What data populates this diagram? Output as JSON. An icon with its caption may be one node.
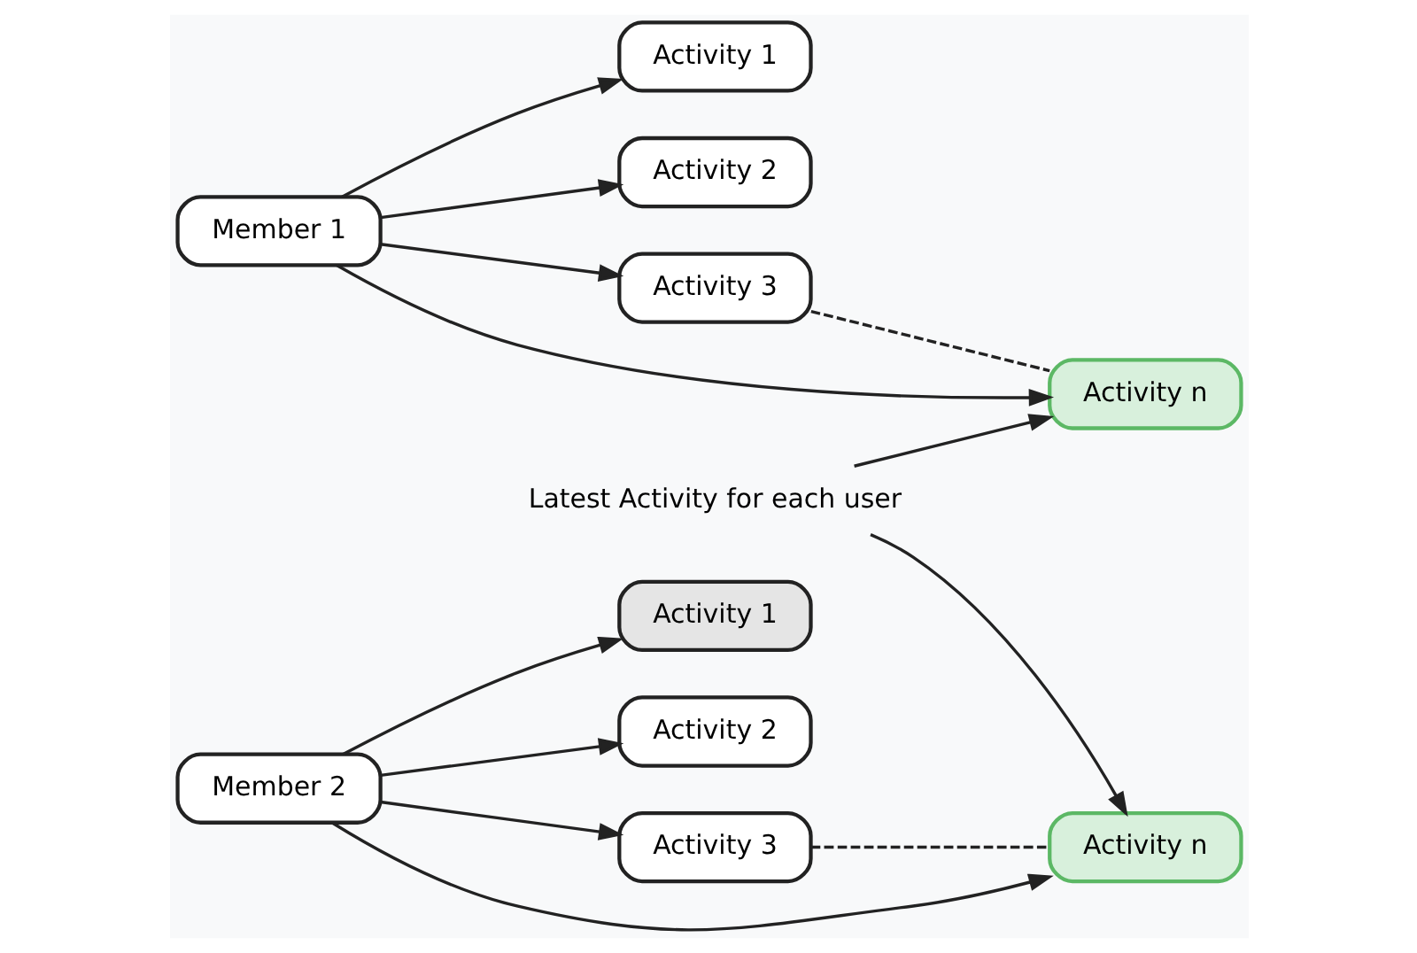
{
  "diagram": {
    "nodes": [
      {
        "text": [
          "Member 1"
        ]
      },
      {
        "text": [
          "Activity 1"
        ]
      },
      {
        "text": [
          "Activity 2"
        ]
      },
      {
        "text": [
          "Activity 3"
        ]
      },
      {
        "text": [
          "Activity n"
        ]
      },
      {
        "text": [
          "Member 2"
        ]
      },
      {
        "text": [
          "Activity 1"
        ]
      },
      {
        "text": [
          "Activity 2"
        ]
      },
      {
        "text": [
          "Activity 3"
        ]
      },
      {
        "text": [
          "Activity n"
        ]
      },
      {
        "text": [
          "Latest Activity for each user"
        ]
      }
    ],
    "edges": [
      {
        "from": 0,
        "to": 1,
        "arrow": "to"
      },
      {
        "from": 0,
        "to": 2,
        "arrow": "to"
      },
      {
        "from": 0,
        "to": 3,
        "arrow": "to"
      },
      {
        "from": 0,
        "to": 4,
        "arrow": "to"
      },
      {
        "from": 3,
        "to": 4,
        "arrow": "none",
        "style": "dashed"
      },
      {
        "from": 5,
        "to": 6,
        "arrow": "to"
      },
      {
        "from": 5,
        "to": 7,
        "arrow": "to"
      },
      {
        "from": 5,
        "to": 8,
        "arrow": "to"
      },
      {
        "from": 5,
        "to": 9,
        "arrow": "to"
      },
      {
        "from": 8,
        "to": 9,
        "arrow": "none",
        "style": "dashed"
      },
      {
        "from": 10,
        "to": 4,
        "arrow": "to"
      },
      {
        "from": 10,
        "to": 9,
        "arrow": "to"
      }
    ]
  }
}
